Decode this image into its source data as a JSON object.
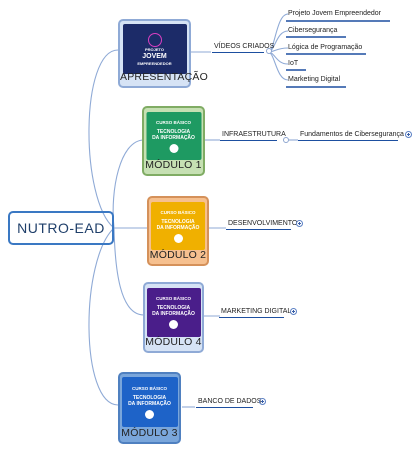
{
  "root": {
    "label": "NUTRO-EAD"
  },
  "nodes": {
    "apresentacao": {
      "label": "APRESENTAÇÃO",
      "thumb": {
        "tag": "PROJETO",
        "title1": "JOVEM",
        "title2": "EMPREENDEDOR"
      },
      "topic": "VÍDEOS CRIADOS",
      "subtopics": [
        "Projeto Jovem Empreendedor",
        "Cibersegurança",
        "Lógica de Programação",
        "IoT",
        "Marketing Digital"
      ]
    },
    "modulo1": {
      "label": "MÓDULO 1",
      "thumb": {
        "tag": "CURSO BÁSICO",
        "title1": "TECNOLOGIA",
        "title2": "DA INFORMAÇÃO"
      },
      "topic": "INFRAESTRUTURA",
      "subtopic": "Fundamentos de Cibersegurança"
    },
    "modulo2": {
      "label": "MÓDULO 2",
      "thumb": {
        "tag": "CURSO BÁSICO",
        "title1": "TECNOLOGIA",
        "title2": "DA INFORMAÇÃO"
      },
      "topic": "DESENVOLVIMENTO"
    },
    "modulo4": {
      "label": "MÓDULO 4",
      "thumb": {
        "tag": "CURSO BÁSICO",
        "title1": "TECNOLOGIA",
        "title2": "DA INFORMAÇÃO"
      },
      "topic": "MARKETING DIGITAL"
    },
    "modulo3": {
      "label": "MÓDULO 3",
      "thumb": {
        "tag": "CURSO BÁSICO",
        "title1": "TECNOLOGIA",
        "title2": "DA INFORMAÇÃO"
      },
      "topic": "BANCO DE DADOS"
    }
  },
  "colors": {
    "root_border": "#3a78c3",
    "apresentacao_bg": "#d6e3f5",
    "modulo1_bg": "#c6e0b3",
    "modulo2_bg": "#f6c08f",
    "modulo4_bg": "#d6e3f5",
    "modulo3_bg": "#7aa6db",
    "branch_line": "#8faad6",
    "topic_underline": "#1d4fa0"
  }
}
